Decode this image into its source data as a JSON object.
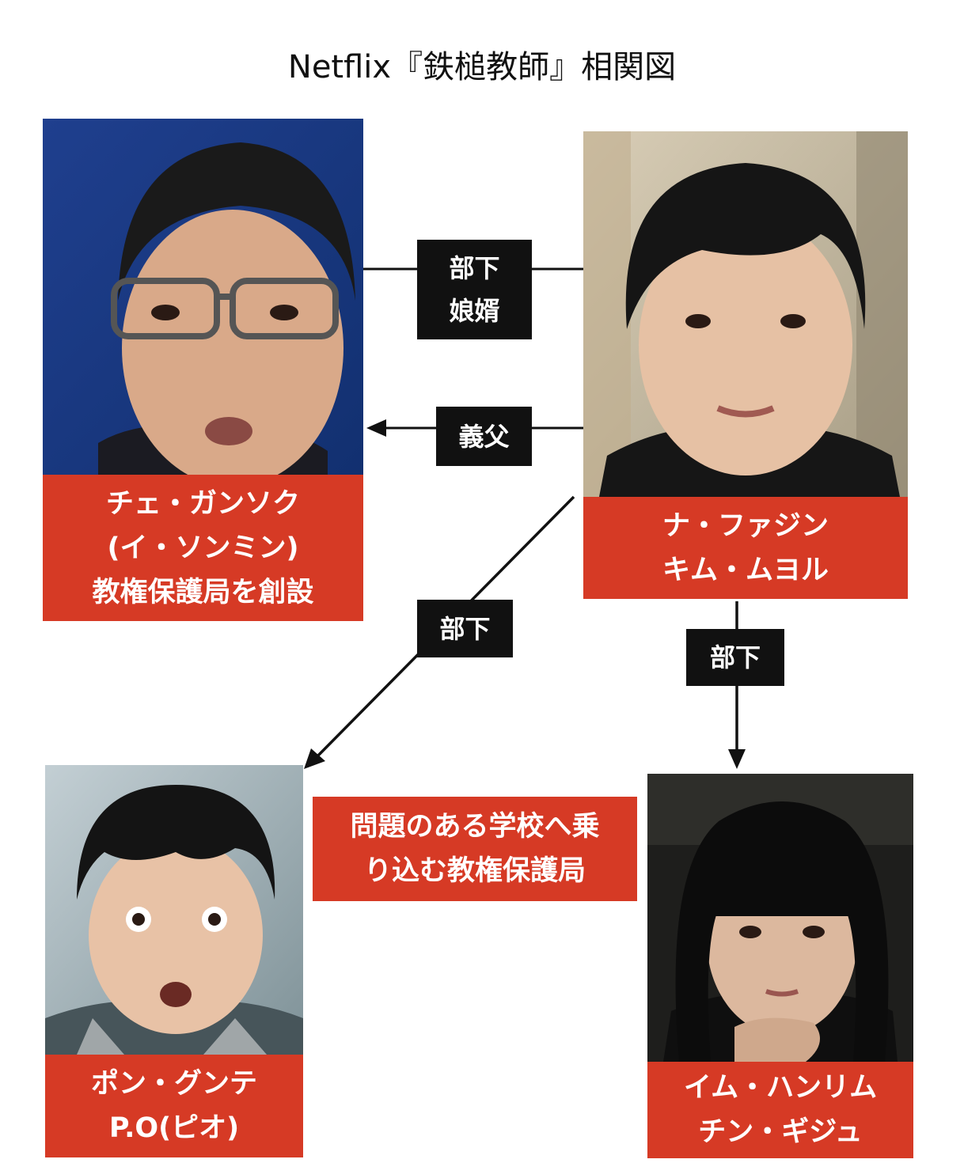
{
  "title": "Netflix『鉄槌教師』相関図",
  "characters": {
    "choi": {
      "lines": [
        "チェ・ガンソク",
        "(イ・ソンミン)",
        "教権保護局を創設"
      ]
    },
    "na": {
      "lines": [
        "ナ・ファジン",
        "キム・ムヨル"
      ]
    },
    "pon": {
      "lines": [
        "ポン・グンテ",
        "P.O(ピオ)"
      ]
    },
    "im": {
      "lines": [
        "イム・ハンリム",
        "チン・ギジュ"
      ]
    }
  },
  "relations": {
    "choi_to_na": [
      "部下",
      "娘婿"
    ],
    "na_to_choi": [
      "義父"
    ],
    "na_to_pon": [
      "部下"
    ],
    "na_to_im": [
      "部下"
    ]
  },
  "note": [
    "問題のある学校へ乗",
    "り込む教権保護局"
  ],
  "colors": {
    "label_red": "#d63a25",
    "relation_black": "#111111"
  }
}
